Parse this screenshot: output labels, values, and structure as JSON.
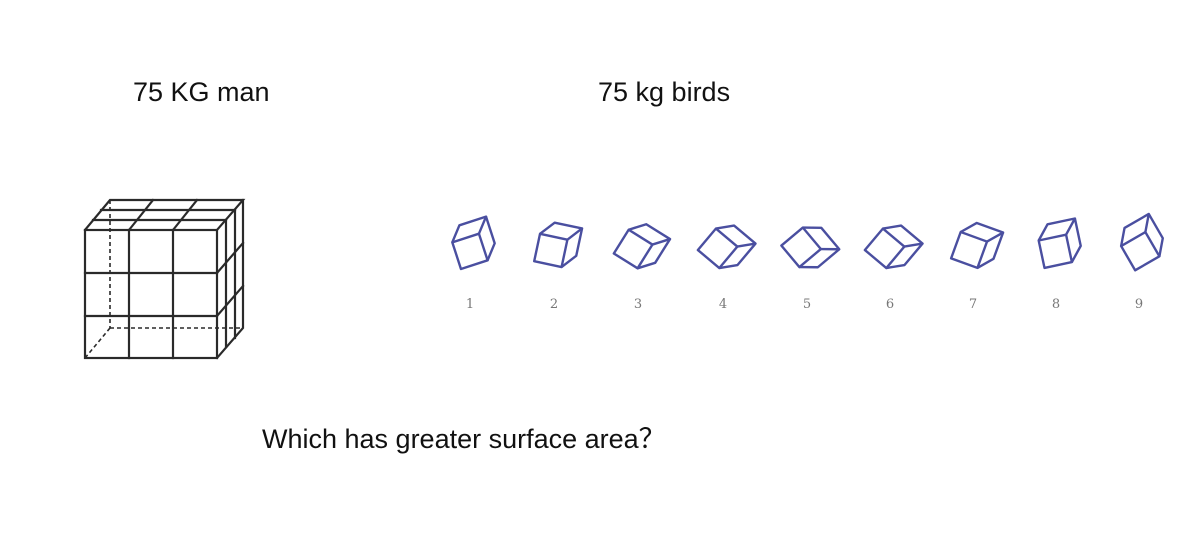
{
  "man": {
    "label": "75 KG man"
  },
  "birds": {
    "label": "75 kg birds",
    "items": [
      {
        "number": "1"
      },
      {
        "number": "2"
      },
      {
        "number": "3"
      },
      {
        "number": "4"
      },
      {
        "number": "5"
      },
      {
        "number": "6"
      },
      {
        "number": "7"
      },
      {
        "number": "8"
      },
      {
        "number": "9"
      }
    ]
  },
  "question": "Which has greater surface area？",
  "colors": {
    "big_cube": "#2a2a2a",
    "bird_cube": "#4a4fa0"
  }
}
